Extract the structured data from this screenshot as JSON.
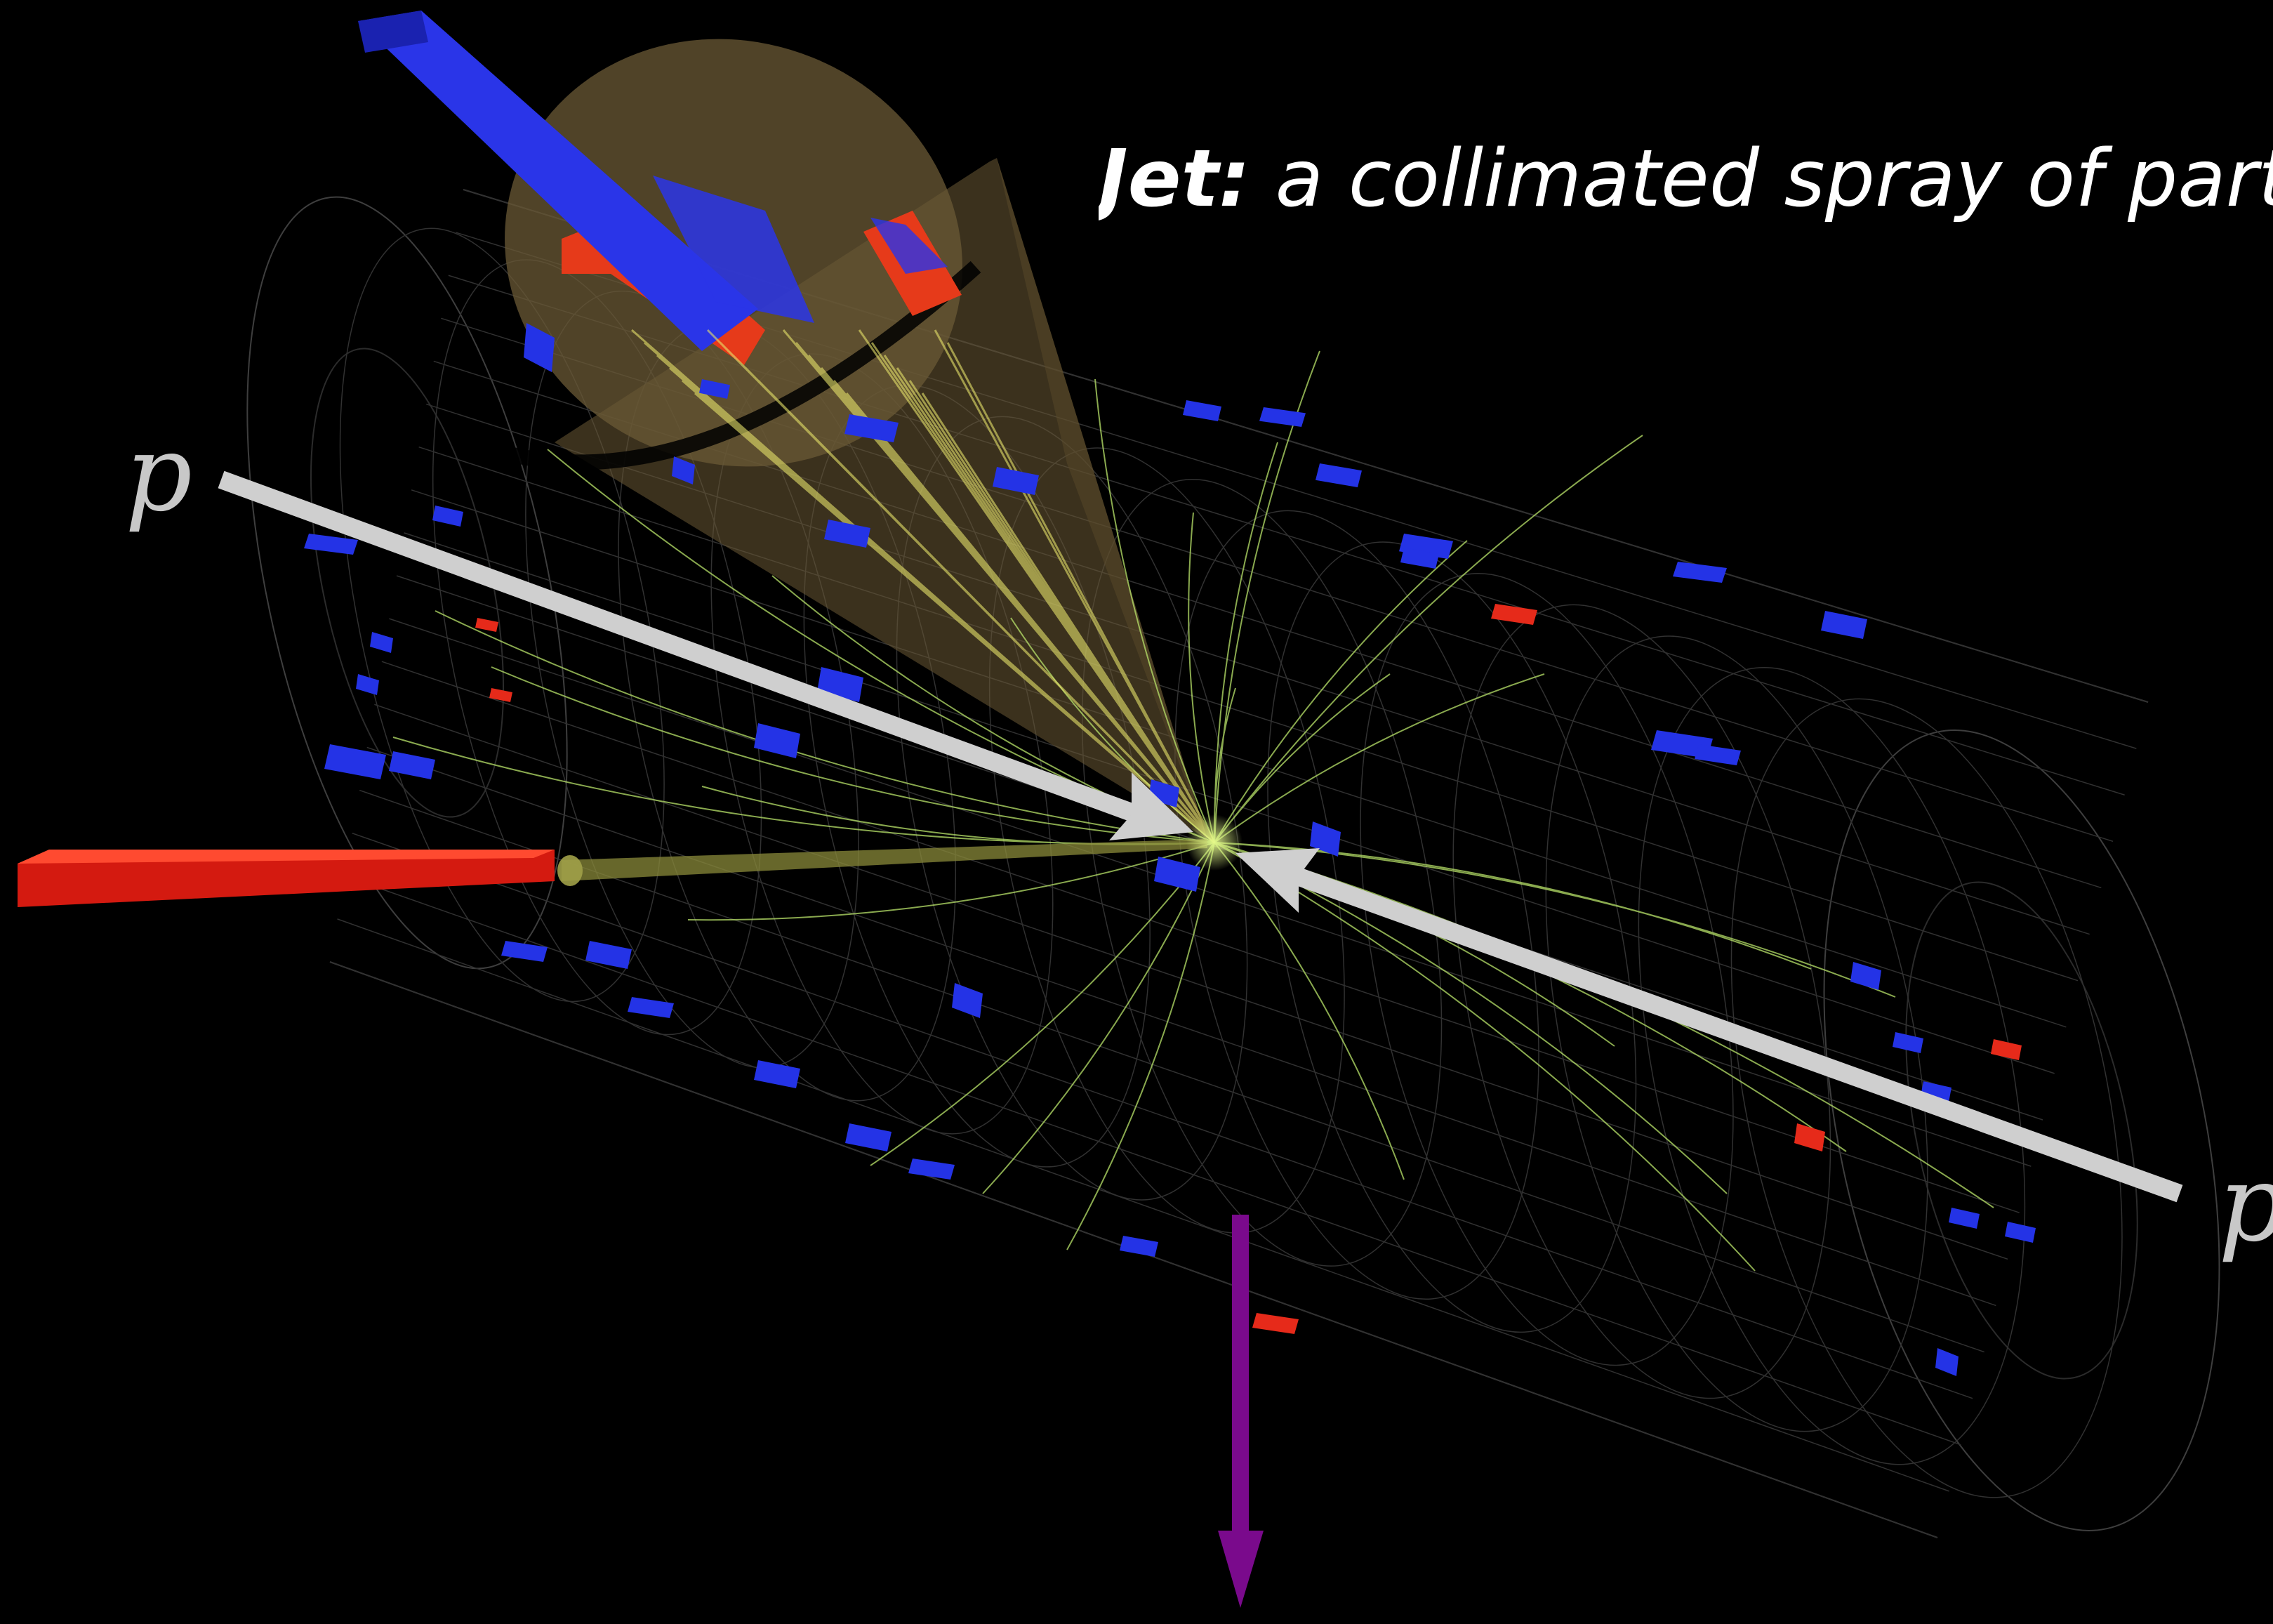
{
  "caption": {
    "jet_word": "Jet:",
    "jet_definition": "a collimated spray of particles"
  },
  "beams": {
    "left_label": "p",
    "right_label": "p"
  },
  "colors": {
    "background": "#000000",
    "beam_arrow": "#cfcfcf",
    "detector_mesh": "#5a5a5a",
    "tracks": "#b9e36a",
    "jet_cone": "#6b5a35",
    "calo_em": "#2433e6",
    "calo_had": "#e62a1a",
    "missing_energy_arrow": "#7a0a8c"
  },
  "icons": {
    "incoming_beam_left": "arrow-right-icon",
    "incoming_beam_right": "arrow-left-icon",
    "missing_energy": "arrow-down-icon"
  }
}
